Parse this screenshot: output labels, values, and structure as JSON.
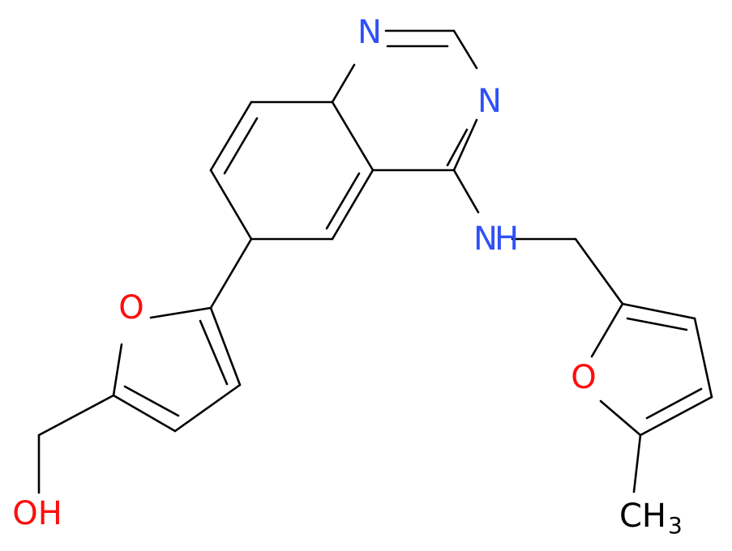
{
  "labels": {
    "n1": "N",
    "n3": "N",
    "nh": "N",
    "h": "H",
    "o_left": "O",
    "o_right": "O",
    "oh": "OH",
    "ch": "CH",
    "sub3": "3"
  },
  "colors": {
    "nitrogen": "#3050F8",
    "oxygen": "#FF0D0D",
    "carbon": "#000000"
  }
}
